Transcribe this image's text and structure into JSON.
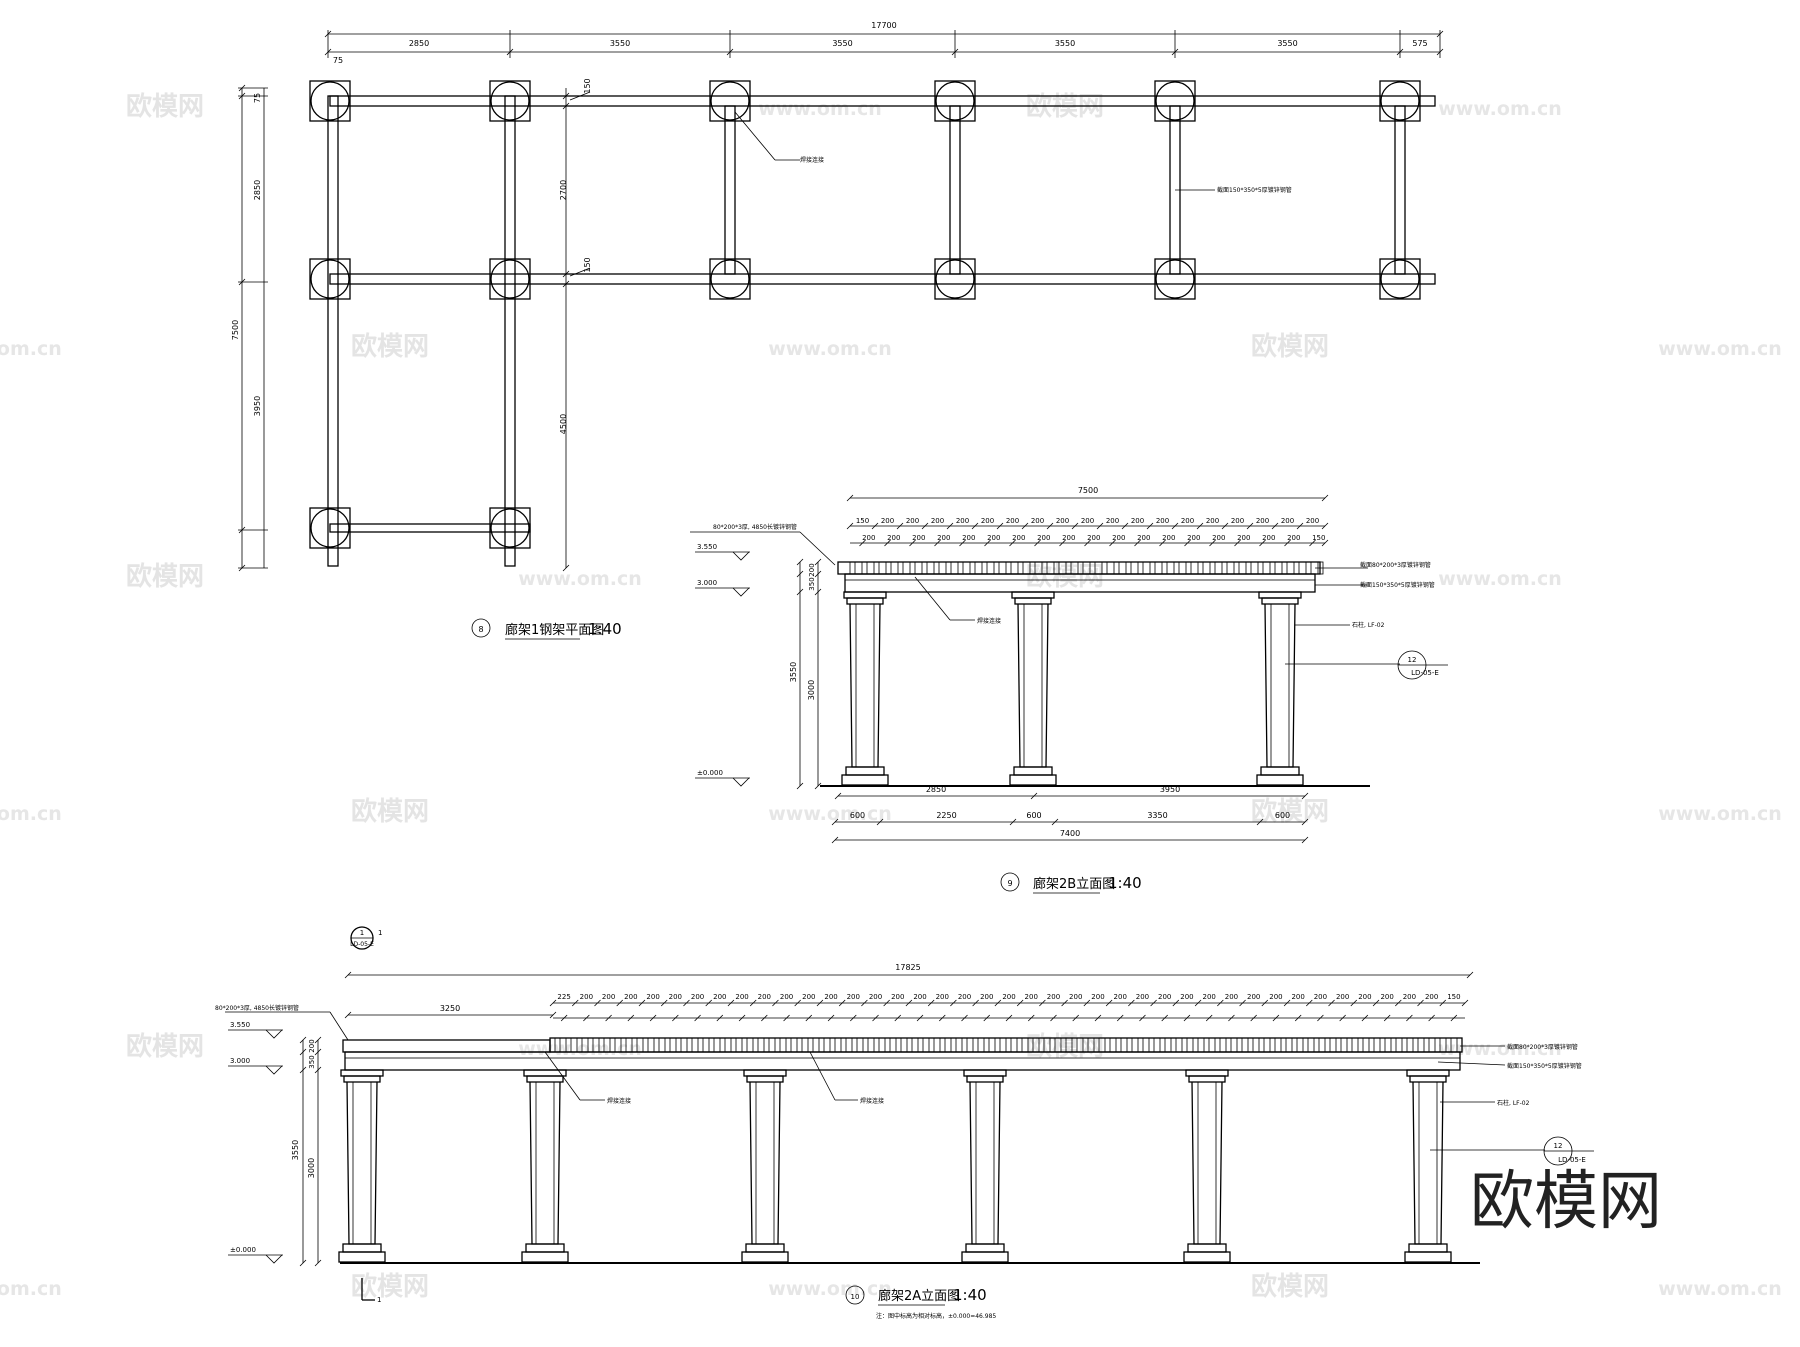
{
  "plan": {
    "title": "廊架1钢架平面图",
    "number": "8",
    "scale": "1:40",
    "total_width": "17700",
    "spans": [
      "2850",
      "3550",
      "3550",
      "3550",
      "3550",
      "575"
    ],
    "left_offset": "75",
    "left_total": "7500",
    "left_parts": [
      "75",
      "2850",
      "3950"
    ],
    "mid_parts": [
      "150",
      "2700",
      "150",
      "4500"
    ],
    "notes": [
      "焊接连接",
      "截面150*350*5厚镀锌钢管"
    ]
  },
  "elev9": {
    "title": "廊架2B立面图",
    "number": "9",
    "scale": "1:40",
    "top_total": "7500",
    "rafter_top": [
      "150",
      "200",
      "200",
      "200",
      "200",
      "200",
      "200",
      "200",
      "200",
      "200",
      "200",
      "200",
      "200",
      "200",
      "200",
      "200",
      "200",
      "200",
      "200"
    ],
    "rafter_bottom": [
      "200",
      "200",
      "200",
      "200",
      "200",
      "200",
      "200",
      "200",
      "200",
      "200",
      "200",
      "200",
      "200",
      "200",
      "200",
      "200",
      "200",
      "200",
      "150"
    ],
    "levels": [
      "3.550",
      "3.000",
      "±0.000"
    ],
    "heights": [
      "200",
      "350",
      "3000",
      "3550"
    ],
    "bottom_row1": [
      "2850",
      "3950"
    ],
    "bottom_row2": [
      "600",
      "2250",
      "600",
      "3350",
      "600"
    ],
    "bottom_total": "7400",
    "left_note": "80*200*3厚, 4850长镀锌钢管",
    "notes": [
      "截面80*200*3厚镀锌钢管",
      "截面150*350*5厚镀锌钢管",
      "焊接连接",
      "石柱, LF-02"
    ],
    "ref_num": "12",
    "ref_sheet": "LD-05-E"
  },
  "elev10": {
    "title": "廊架2A立面图",
    "number": "10",
    "scale": "1:40",
    "top_total": "17825",
    "left_span": "3250",
    "rafter_top": [
      "225",
      "200",
      "200",
      "200",
      "200",
      "200",
      "200",
      "200",
      "200",
      "200",
      "200",
      "200",
      "200",
      "200",
      "200",
      "200",
      "200",
      "200",
      "200",
      "200",
      "200",
      "200",
      "200",
      "200",
      "200",
      "200",
      "200",
      "200",
      "200",
      "200",
      "200",
      "200",
      "200",
      "200",
      "200",
      "200",
      "200",
      "200",
      "200",
      "200",
      "150"
    ],
    "levels": [
      "3.550",
      "3.000",
      "±0.000"
    ],
    "heights": [
      "200",
      "350",
      "3000",
      "3550"
    ],
    "left_note": "80*200*3厚, 4850长镀锌钢管",
    "notes": [
      "截面80*200*3厚镀锌钢管",
      "截面150*350*5厚镀锌钢管",
      "焊接连接",
      "焊接连接",
      "石柱, LF-02"
    ],
    "ref_num": "12",
    "ref_sheet": "LD-05-E",
    "section_mark": "1",
    "section_sheet": "LD-05-E",
    "footnote": "注：图中标高为相对标高，±0.000=46.985"
  },
  "watermark": {
    "site": "www.om.cn",
    "brand": "欧模网"
  }
}
